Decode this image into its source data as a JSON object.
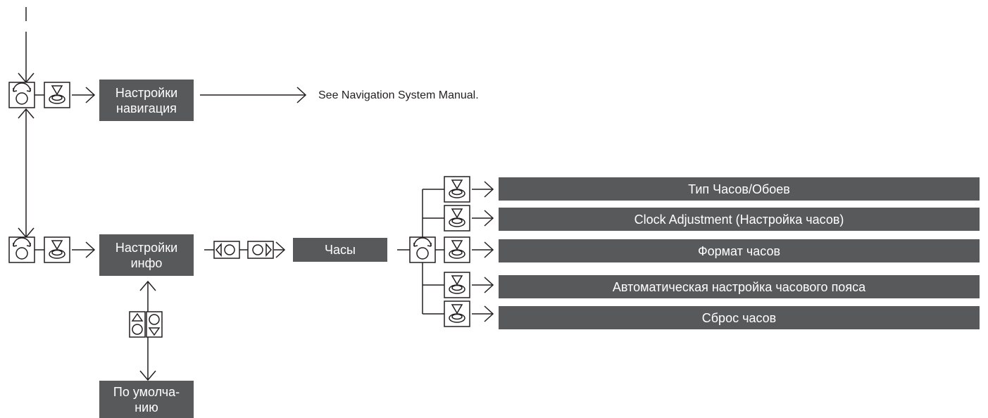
{
  "colors": {
    "box_fill": "#58595b",
    "box_text": "#ffffff",
    "line": "#231f20"
  },
  "icons": [
    "rotate-knob-icon",
    "press-knob-icon",
    "move-left-right-icon",
    "move-up-down-icon"
  ],
  "top_row": {
    "box_lines": [
      "Настройки",
      "навигация"
    ],
    "note": "See Navigation System Manual."
  },
  "middle_row": {
    "box_lines": [
      "Настройки",
      "инфо"
    ],
    "clock_box": "Часы"
  },
  "bottom_row": {
    "box_lines": [
      "По умолча-",
      "нию"
    ]
  },
  "clock_menu": {
    "items": [
      "Тип Часов/Обоев",
      "Clock Adjustment (Настройка часов)",
      "Формат часов",
      "Автоматическая настройка часового пояса",
      "Сброс часов"
    ]
  }
}
